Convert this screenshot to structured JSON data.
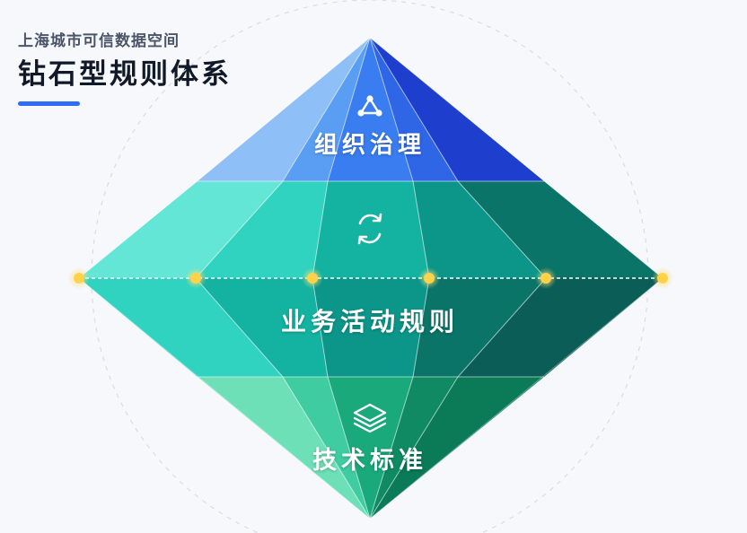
{
  "header": {
    "subtitle": "上海城市可信数据空间",
    "title": "钻石型规则体系"
  },
  "layers": [
    {
      "label": "组织治理",
      "icon": "network-icon"
    },
    {
      "label": "业务活动规则",
      "icon": "refresh-cycle-icon"
    },
    {
      "label": "技术标准",
      "icon": "layers-stack-icon"
    }
  ],
  "colors": {
    "accent": "#2f6df6",
    "crown": [
      "#8fbff7",
      "#5a9ef4",
      "#3a7df0",
      "#2f66e6",
      "#1e3fce"
    ],
    "middle": [
      "#63e6d5",
      "#2fd3bf",
      "#14b3a1",
      "#0c968a",
      "#0b7468",
      "#0a5e57"
    ],
    "base": [
      "#6ee0b8",
      "#3fcca0",
      "#1aa97a",
      "#0f8a63"
    ],
    "node": "#ffd24a"
  }
}
